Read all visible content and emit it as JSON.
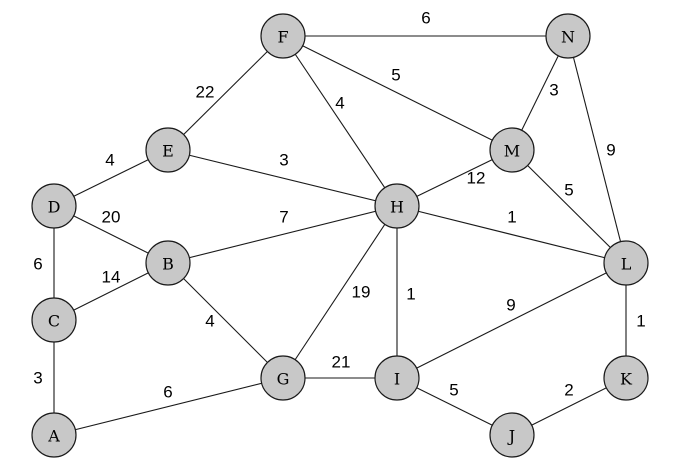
{
  "graph": {
    "node_fill": "#c8c8c8",
    "edge_color": "#1a1a1a",
    "nodes": [
      {
        "id": "F",
        "label": "F"
      },
      {
        "id": "N",
        "label": "N"
      },
      {
        "id": "E",
        "label": "E"
      },
      {
        "id": "M",
        "label": "M"
      },
      {
        "id": "D",
        "label": "D"
      },
      {
        "id": "H",
        "label": "H"
      },
      {
        "id": "B",
        "label": "B"
      },
      {
        "id": "L",
        "label": "L"
      },
      {
        "id": "C",
        "label": "C"
      },
      {
        "id": "G",
        "label": "G"
      },
      {
        "id": "I",
        "label": "I"
      },
      {
        "id": "K",
        "label": "K"
      },
      {
        "id": "A",
        "label": "A"
      },
      {
        "id": "J",
        "label": "J"
      }
    ],
    "edges": [
      {
        "from": "F",
        "to": "N",
        "weight": "6"
      },
      {
        "from": "F",
        "to": "E",
        "weight": "22"
      },
      {
        "from": "F",
        "to": "H",
        "weight": "4"
      },
      {
        "from": "F",
        "to": "M",
        "weight": "5"
      },
      {
        "from": "N",
        "to": "M",
        "weight": "3"
      },
      {
        "from": "N",
        "to": "L",
        "weight": "9"
      },
      {
        "from": "E",
        "to": "D",
        "weight": "4"
      },
      {
        "from": "E",
        "to": "H",
        "weight": "3"
      },
      {
        "from": "M",
        "to": "H",
        "weight": "12"
      },
      {
        "from": "M",
        "to": "L",
        "weight": "5"
      },
      {
        "from": "D",
        "to": "B",
        "weight": "20"
      },
      {
        "from": "D",
        "to": "C",
        "weight": "6"
      },
      {
        "from": "H",
        "to": "B",
        "weight": "7"
      },
      {
        "from": "H",
        "to": "L",
        "weight": "1"
      },
      {
        "from": "H",
        "to": "G",
        "weight": "19"
      },
      {
        "from": "H",
        "to": "I",
        "weight": "1"
      },
      {
        "from": "B",
        "to": "C",
        "weight": "14"
      },
      {
        "from": "B",
        "to": "G",
        "weight": "4"
      },
      {
        "from": "L",
        "to": "I",
        "weight": "9"
      },
      {
        "from": "L",
        "to": "K",
        "weight": "1"
      },
      {
        "from": "C",
        "to": "A",
        "weight": "3"
      },
      {
        "from": "G",
        "to": "A",
        "weight": "6"
      },
      {
        "from": "G",
        "to": "I",
        "weight": "21"
      },
      {
        "from": "I",
        "to": "J",
        "weight": "5"
      },
      {
        "from": "K",
        "to": "J",
        "weight": "2"
      }
    ]
  }
}
